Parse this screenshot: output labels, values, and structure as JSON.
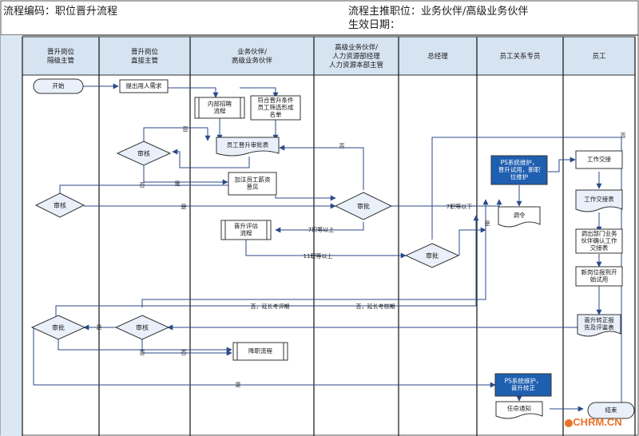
{
  "header": {
    "code_label": "流程编码：职位晋升流程",
    "owner_label": "流程主推职位：业务伙伴/高级业务伙伴",
    "effective_label": "生效日期："
  },
  "lanes": [
    {
      "id": "l1",
      "title": "晋升岗位\n隔级主管"
    },
    {
      "id": "l2",
      "title": "晋升岗位\n直接主管"
    },
    {
      "id": "l3",
      "title": "业务伙伴/\n高级业务伙伴"
    },
    {
      "id": "l4",
      "title": "高级业务伙伴/\n人力资源部经理\n人力资源本部主管"
    },
    {
      "id": "l5",
      "title": "总经理"
    },
    {
      "id": "l6",
      "title": "员工关系专员"
    },
    {
      "id": "l7",
      "title": "员工"
    }
  ],
  "nodes": {
    "start": "开始",
    "raise": "提出用人需求",
    "internal": "内部招聘\n流程",
    "match": "符合晋升条件\n员工筛选形成\n名单",
    "approval_form": "员工晋升审批表",
    "review_l2": "审核",
    "salary": "加注员工薪资\n意见",
    "review_l1": "审核",
    "approve_l4": "审批",
    "promo_eval": "晋升评估\n流程",
    "approve_gm": "审批",
    "ps_trial": "PS系统维护，\n晋升试用，新职\n位维护",
    "order": "调令",
    "handover": "工作交接",
    "handover_form": "工作交接表",
    "dept_confirm": "调出部门业务\n伙伴确认工作\n交接表",
    "report_trial": "新岗位报到开\n始试用",
    "report_form": "晋升转正报\n告及评鉴表",
    "approve_l1b": "审批",
    "review_l2b": "审核",
    "demote": "降职流程",
    "ps_regular": "PS系统维护，\n晋升转正",
    "notice": "任命通知",
    "end": "结束"
  },
  "edge_labels": {
    "no1": "否",
    "no2": "否",
    "no3": "否",
    "yes1": "是",
    "yes2": "是",
    "le7a": "7职等以下",
    "ge7": "7职等以上",
    "ge11": "11职等以上",
    "yes3": "是",
    "extend1": "否，延长考评期",
    "extend2": "否，延长考核期",
    "yes4": "是",
    "no4": "否",
    "no5": "否",
    "yes5": "是",
    "no6": "否"
  },
  "watermark": "CHRM.CN"
}
